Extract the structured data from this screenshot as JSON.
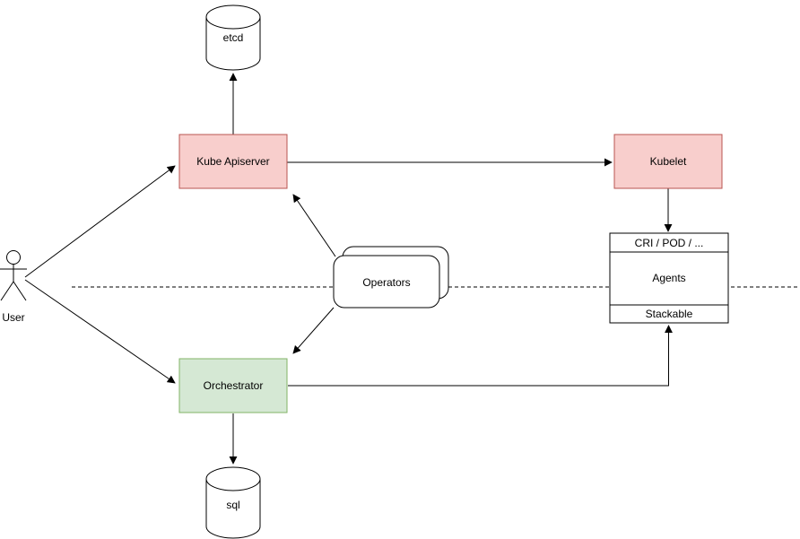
{
  "diagram": {
    "nodes": {
      "etcd": {
        "label": "etcd"
      },
      "kube_apiserver": {
        "label": "Kube Apiserver"
      },
      "kubelet": {
        "label": "Kubelet"
      },
      "operators": {
        "label": "Operators"
      },
      "orchestrator": {
        "label": "Orchestrator"
      },
      "sql": {
        "label": "sql"
      },
      "agents": {
        "header": "CRI / POD / ...",
        "body": "Agents",
        "footer": "Stackable"
      },
      "user": {
        "label": "User"
      }
    },
    "colors": {
      "node_red_fill": "#f8cecc",
      "node_red_stroke": "#b85450",
      "node_green_fill": "#d5e8d4",
      "node_green_stroke": "#82b366",
      "line": "#000000",
      "background": "#ffffff"
    }
  }
}
